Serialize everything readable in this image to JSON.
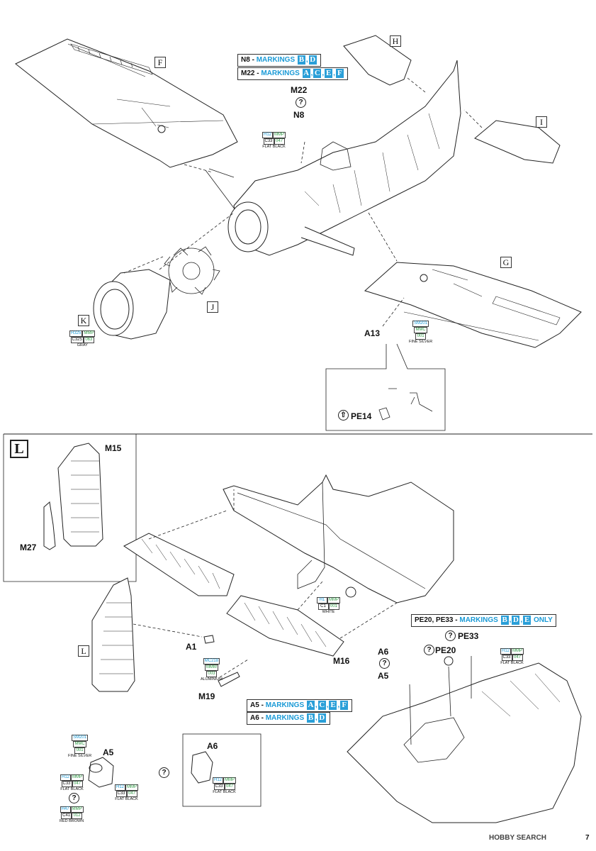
{
  "labels": {
    "F": "F",
    "H": "H",
    "I": "I",
    "G": "G",
    "J": "J",
    "K": "K",
    "L_section": "L",
    "L_rudder": "L",
    "M22": "M22",
    "N8": "N8",
    "A13": "A13",
    "PE14": "PE14",
    "M15": "M15",
    "M27": "M27",
    "A1": "A1",
    "M19": "M19",
    "M16": "M16",
    "A6": "A6",
    "A5": "A5",
    "PE33": "PE33",
    "PE20": "PE20",
    "A5_detail": "A5",
    "A6_detail": "A6"
  },
  "markings": {
    "n8": {
      "part": "N8",
      "sep": " - ",
      "word": "MARKINGS",
      "letters": [
        "B",
        "D"
      ]
    },
    "m22": {
      "part": "M22",
      "sep": " - ",
      "word": "MARKINGS",
      "letters": [
        "A",
        "C",
        "E",
        "F"
      ]
    },
    "pe": {
      "part": "PE20, PE33",
      "sep": " - ",
      "word": "MARKINGS",
      "letters": [
        "B",
        "D",
        "E"
      ],
      "suffix": "ONLY"
    },
    "a5": {
      "part": "A5",
      "sep": " - ",
      "word": "MARKINGS",
      "letters": [
        "A",
        "C",
        "E",
        "F"
      ]
    },
    "a6": {
      "part": "A6",
      "sep": " - ",
      "word": "MARKINGS",
      "letters": [
        "B",
        "D"
      ]
    }
  },
  "paints": {
    "black1": {
      "codes": [
        "H12",
        "MMP"
      ],
      "vals": [
        "C33",
        "047"
      ],
      "name": "FLAT BLACK"
    },
    "gray": {
      "codes": [
        "H325",
        "MMP"
      ],
      "vals": [
        "C325",
        "063"
      ],
      "name": "GRAY"
    },
    "silver1": {
      "codes": [
        "SM201"
      ],
      "vals": [
        "MMC",
        "001"
      ],
      "name": "FINE SILVER"
    },
    "white": {
      "codes": [
        "H1",
        "MMP"
      ],
      "vals": [
        "C1",
        "001"
      ],
      "name": "WHITE"
    },
    "alu": {
      "codes": [
        "MC218"
      ],
      "vals": [
        "MMM",
        "003"
      ],
      "name": "ALUMINIUM"
    },
    "black2": {
      "codes": [
        "H12",
        "MMP"
      ],
      "vals": [
        "C33",
        "047"
      ],
      "name": "FLAT BLACK"
    },
    "silver2": {
      "codes": [
        "SM201"
      ],
      "vals": [
        "MMC",
        "001"
      ],
      "name": "FINE SILVER"
    },
    "black3": {
      "codes": [
        "H12",
        "MMP"
      ],
      "vals": [
        "C33",
        "047"
      ],
      "name": "FLAT BLACK"
    },
    "black4": {
      "codes": [
        "H12",
        "MMP"
      ],
      "vals": [
        "C33",
        "047"
      ],
      "name": "FLAT BLACK"
    },
    "brown": {
      "codes": [
        "H47",
        "MMP"
      ],
      "vals": [
        "C41",
        "012"
      ],
      "name": "RED BROWN"
    },
    "black5": {
      "codes": [
        "H12",
        "MMP"
      ],
      "vals": [
        "C33",
        "047"
      ],
      "name": "FLAT BLACK"
    }
  },
  "question": "?",
  "page_number": "7",
  "watermark": "HOBBY SEARCH",
  "colors": {
    "accent": "#2a9fd8",
    "green": "#2f9a45",
    "line": "#222222"
  }
}
